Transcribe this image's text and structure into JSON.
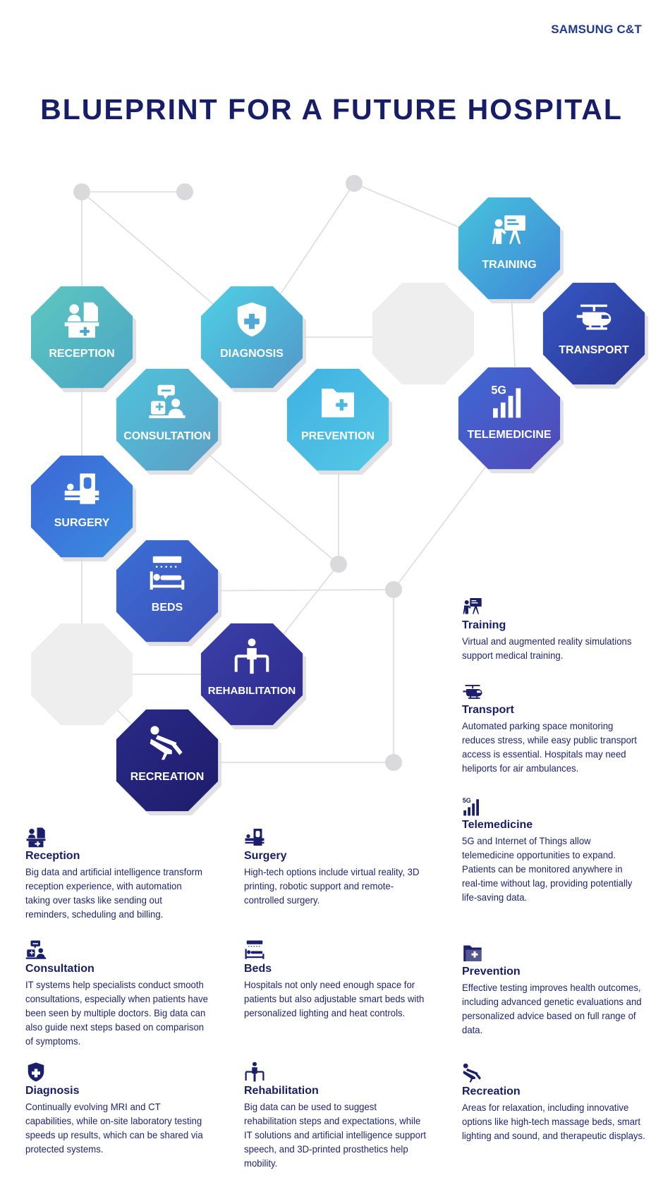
{
  "brand": "SAMSUNG C&T",
  "title": "BLUEPRINT FOR A FUTURE HOSPITAL",
  "colors": {
    "navy": "#171d66",
    "teal": "#5bc1c4",
    "sky": "#4ab3dc",
    "blue": "#3d6fd8",
    "indigo": "#3f3fae",
    "deep": "#2a2385",
    "placeholder": "#eeeeef",
    "line": "#d9d9dc"
  },
  "hexes": [
    {
      "id": "reception",
      "label": "RECEPTION",
      "icon": "reception-desk-icon"
    },
    {
      "id": "diagnosis",
      "label": "DIAGNOSIS",
      "icon": "shield-cross-icon"
    },
    {
      "id": "training",
      "label": "TRAINING",
      "icon": "presentation-board-icon"
    },
    {
      "id": "transport",
      "label": "TRANSPORT",
      "icon": "helicopter-icon"
    },
    {
      "id": "consultation",
      "label": "CONSULTATION",
      "icon": "consultation-chat-icon"
    },
    {
      "id": "prevention",
      "label": "PREVENTION",
      "icon": "folder-plus-icon"
    },
    {
      "id": "telemedicine",
      "label": "TELEMEDICINE",
      "icon": "5g-signal-icon"
    },
    {
      "id": "surgery",
      "label": "SURGERY",
      "icon": "scanner-icon"
    },
    {
      "id": "beds",
      "label": "BEDS",
      "icon": "hospital-bed-icon"
    },
    {
      "id": "rehabilitation",
      "label": "REHABILITATION",
      "icon": "walker-bars-icon"
    },
    {
      "id": "recreation",
      "label": "RECREATION",
      "icon": "reclining-chair-icon"
    }
  ],
  "descriptions": {
    "training": {
      "title": "Training",
      "text": "Virtual and augmented reality simulations support medical training.",
      "icon": "presentation-board-icon"
    },
    "transport": {
      "title": "Transport",
      "text": "Automated parking space monitoring reduces stress, while easy public transport access is essential. Hospitals may need heliports for air ambulances.",
      "icon": "helicopter-icon"
    },
    "telemedicine": {
      "title": "Telemedicine",
      "text": "5G and Internet of Things allow telemedicine opportunities to expand. Patients can be monitored anywhere in real-time without lag, providing potentially life-saving data.",
      "icon": "5g-signal-icon"
    },
    "reception": {
      "title": "Reception",
      "text": "Big data and artificial intelligence transform reception experience, with automation taking over tasks like sending out reminders, scheduling and billing.",
      "icon": "reception-desk-icon"
    },
    "surgery": {
      "title": "Surgery",
      "text": "High-tech options include virtual reality, 3D printing, robotic support and remote-controlled surgery.",
      "icon": "scanner-icon"
    },
    "consultation": {
      "title": "Consultation",
      "text": "IT systems help specialists conduct smooth consultations, especially when patients have been seen by multiple doctors. Big data can also guide next steps based on comparison of symptoms.",
      "icon": "consultation-chat-icon"
    },
    "beds": {
      "title": "Beds",
      "text": "Hospitals not only need enough space for patients but also adjustable smart beds with personalized lighting and heat controls.",
      "icon": "hospital-bed-icon"
    },
    "prevention": {
      "title": "Prevention",
      "text": "Effective testing improves health outcomes, including advanced genetic evaluations and personalized advice based on full range of data.",
      "icon": "folder-plus-icon"
    },
    "diagnosis": {
      "title": "Diagnosis",
      "text": "Continually evolving MRI and CT capabilities, while on-site laboratory testing speeds up results, which can be shared via protected systems.",
      "icon": "shield-cross-icon"
    },
    "rehabilitation": {
      "title": "Rehabilitation",
      "text": "Big data can be used to suggest rehabilitation steps and expectations, while IT solutions and artificial intelligence support speech, and 3D-printed prosthetics help mobility.",
      "icon": "walker-bars-icon"
    },
    "recreation": {
      "title": "Recreation",
      "text": "Areas for relaxation, including innovative options like high-tech massage beds, smart lighting and sound, and therapeutic displays.",
      "icon": "reclining-chair-icon"
    }
  }
}
